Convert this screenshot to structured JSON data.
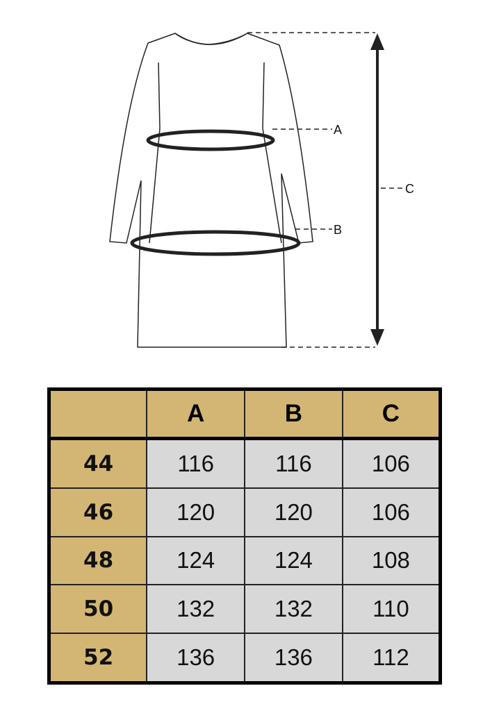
{
  "diagram": {
    "labels": {
      "a": "A",
      "b": "B",
      "c": "C"
    }
  },
  "table": {
    "headers": [
      "",
      "A",
      "B",
      "C"
    ],
    "rows": [
      {
        "size": "44",
        "a": "116",
        "b": "116",
        "c": "106"
      },
      {
        "size": "46",
        "a": "120",
        "b": "120",
        "c": "106"
      },
      {
        "size": "48",
        "a": "124",
        "b": "124",
        "c": "108"
      },
      {
        "size": "50",
        "a": "132",
        "b": "132",
        "c": "110"
      },
      {
        "size": "52",
        "a": "136",
        "b": "136",
        "c": "112"
      }
    ]
  },
  "colors": {
    "header": "#d4b674",
    "cell": "#d8d8d8"
  }
}
